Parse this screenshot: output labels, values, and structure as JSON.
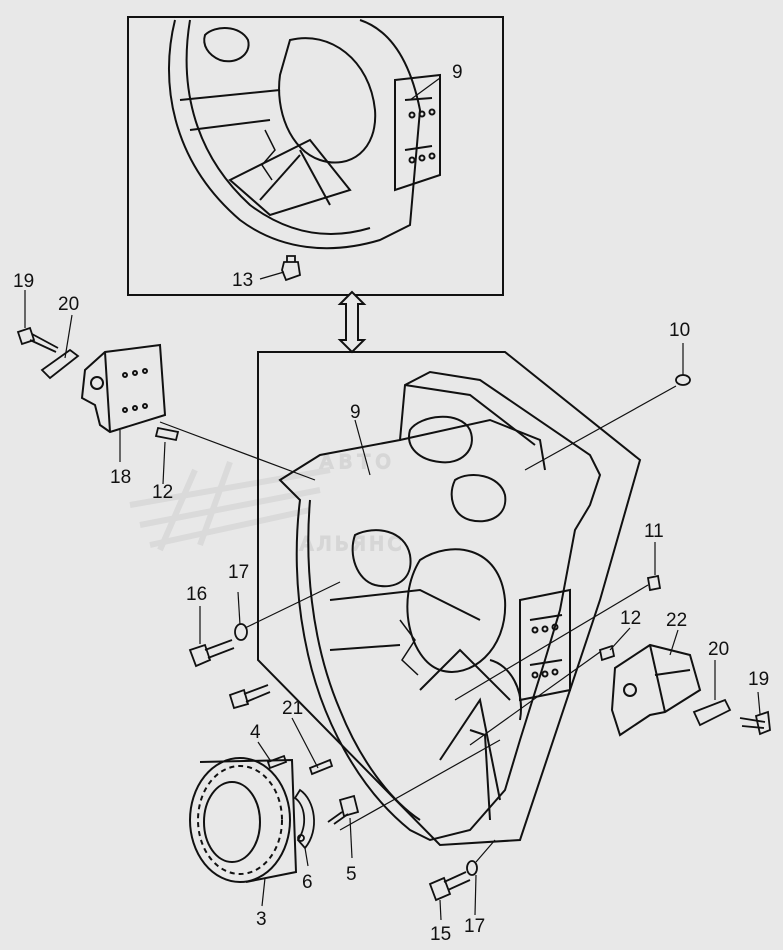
{
  "diagram": {
    "callouts": {
      "c9_top": "9",
      "c13": "13",
      "c19_left": "19",
      "c20_left": "20",
      "c18": "18",
      "c12_left": "12",
      "c9_main": "9",
      "c10": "10",
      "c11": "11",
      "c12_right": "12",
      "c22": "22",
      "c20_right": "20",
      "c19_right": "19",
      "c16": "16",
      "c17_left": "17",
      "c21": "21",
      "c4": "4",
      "c5": "5",
      "c6": "6",
      "c3": "3",
      "c15": "15",
      "c17_bottom": "17"
    },
    "watermark": {
      "line1": "АВТО",
      "line2": "АЛЬЯНС"
    }
  }
}
